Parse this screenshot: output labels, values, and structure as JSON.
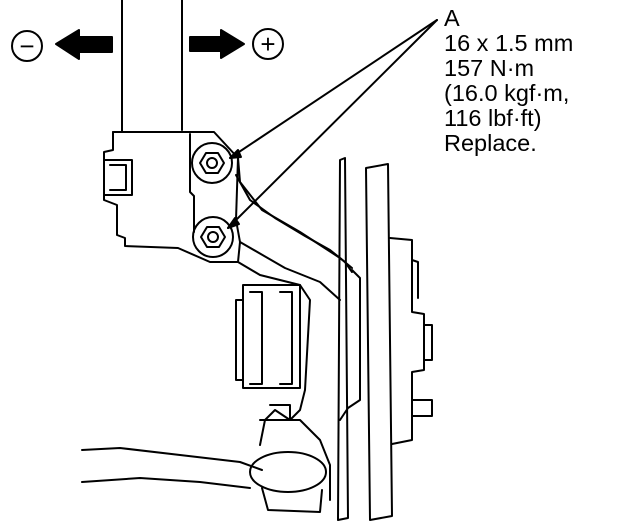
{
  "callout": {
    "label": "A",
    "size": "16 x 1.5 mm",
    "torque_nm": "157 N·m",
    "torque_alt_1": "(16.0 kgf·m,",
    "torque_alt_2": "116 lbf·ft)",
    "note": "Replace."
  },
  "symbols": {
    "minus": "−",
    "plus": "+"
  },
  "colors": {
    "line": "#000000",
    "background": "#ffffff"
  }
}
